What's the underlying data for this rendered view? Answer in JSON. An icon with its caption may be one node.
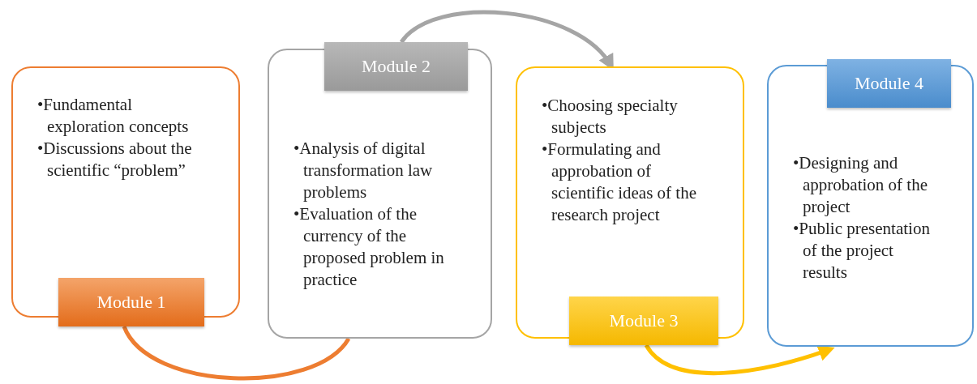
{
  "diagram": {
    "nodes": [
      {
        "text": [
          "•Fundamental exploration concepts",
          "•Discussions about the scientific “problem”"
        ]
      },
      {
        "text": [
          "Module 1"
        ]
      },
      {
        "text": [
          "•Analysis of digital transformation law problems",
          "•Evaluation of the currency of the proposed problem in practice"
        ]
      },
      {
        "text": [
          "Module 2"
        ]
      },
      {
        "text": [
          "•Choosing specialty subjects",
          "•Formulating and approbation of scientific ideas of the research project"
        ]
      },
      {
        "text": [
          "Module 3"
        ]
      },
      {
        "text": [
          "•Designing and approbation of the project",
          "•Public presentation of the project results"
        ]
      },
      {
        "text": [
          "Module 4"
        ]
      }
    ],
    "edges": [
      {
        "from": 1,
        "to": 2,
        "arrow": "none",
        "color": "#ed7d31"
      },
      {
        "from": 3,
        "to": 4,
        "arrow": "to",
        "color": "#a5a5a5"
      },
      {
        "from": 5,
        "to": 6,
        "arrow": "to",
        "color": "#ffc000"
      }
    ]
  }
}
